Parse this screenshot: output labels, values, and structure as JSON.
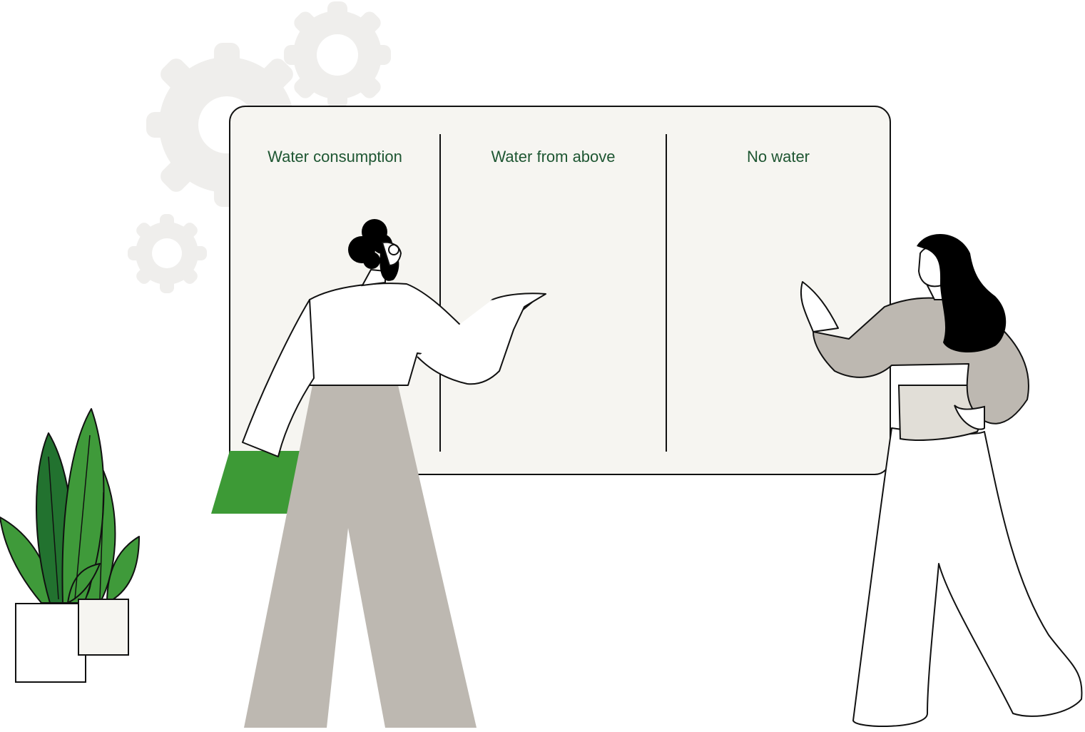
{
  "board": {
    "columns": [
      {
        "title": "Water consumption"
      },
      {
        "title": "Water from above"
      },
      {
        "title": "No water"
      }
    ]
  },
  "icons": [
    "gear-icon",
    "plant-icon"
  ],
  "colors": {
    "board_fill": "#f6f5f1",
    "outline": "#111111",
    "heading_green": "#1e5632",
    "leaf_dark": "#22722f",
    "leaf_light": "#3f9a3a",
    "folder_green": "#3d9a36",
    "trouser_grey": "#bdb8b1",
    "gear_grey": "#efeeec",
    "hair_black": "#000000"
  }
}
